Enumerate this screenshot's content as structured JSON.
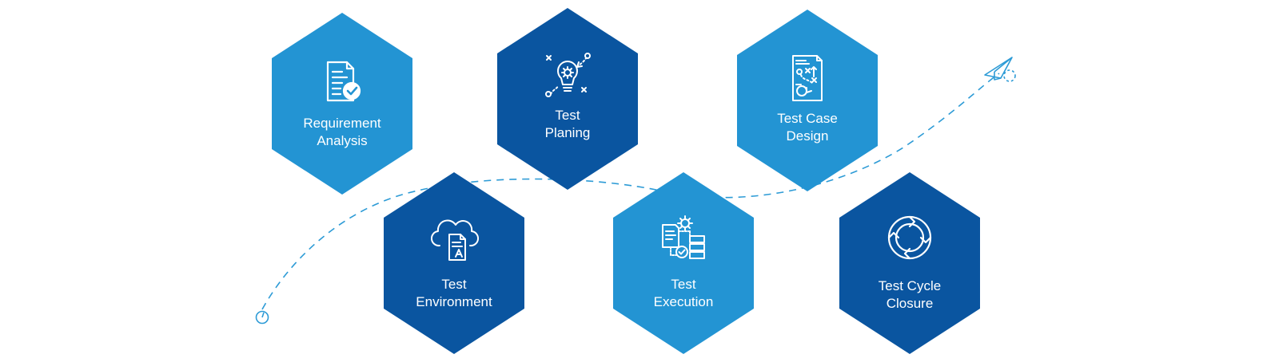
{
  "colors": {
    "light": "#2394d3",
    "dark": "#0a55a0",
    "path": "#2d9bd6"
  },
  "steps": [
    {
      "line1": "Requirement",
      "line2": "Analysis",
      "icon": "document-check-icon",
      "shade": "light"
    },
    {
      "line1": "Test",
      "line2": "Planing",
      "icon": "lightbulb-strategy-icon",
      "shade": "dark"
    },
    {
      "line1": "Test Case",
      "line2": "Design",
      "icon": "strategy-board-icon",
      "shade": "light"
    },
    {
      "line1": "Test",
      "line2": "Environment",
      "icon": "cloud-document-icon",
      "shade": "dark"
    },
    {
      "line1": "Test",
      "line2": "Execution",
      "icon": "execution-gear-icon",
      "shade": "light"
    },
    {
      "line1": "Test Cycle",
      "line2": "Closure",
      "icon": "cycle-arrows-icon",
      "shade": "dark"
    }
  ]
}
